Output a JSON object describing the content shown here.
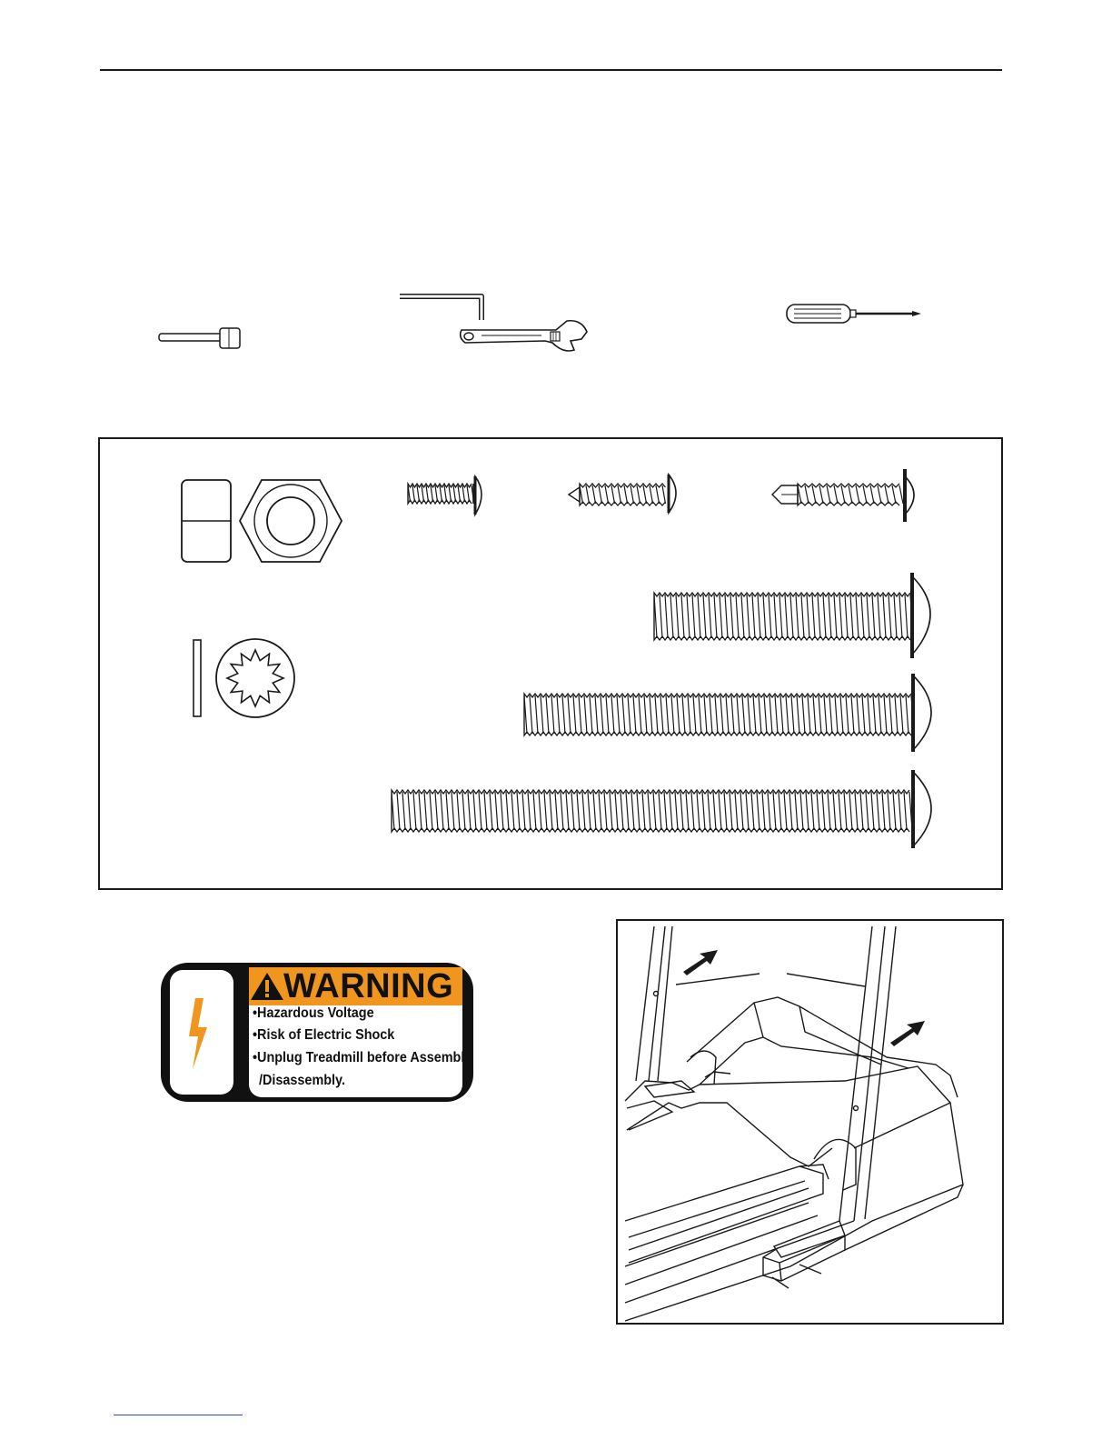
{
  "warning_label": {
    "heading": "WARNING",
    "lines": [
      "•Hazardous Voltage",
      "•Risk of Electric Shock",
      "•Unplug Treadmill before Assembly",
      "/Disassembly."
    ],
    "colors": {
      "orange": "#f0961e",
      "black": "#111111",
      "white": "#ffffff"
    }
  },
  "tools": [
    "mallet-icon",
    "hex-key-icon",
    "adjustable-wrench-icon",
    "phillips-screwdriver-icon"
  ],
  "hardware": [
    "hex-nut-icon",
    "star-washer-icon",
    "machine-screw-icon",
    "tapping-screw-icon",
    "self-drilling-screw-icon",
    "bolt-short-icon",
    "bolt-medium-icon",
    "bolt-long-icon"
  ]
}
